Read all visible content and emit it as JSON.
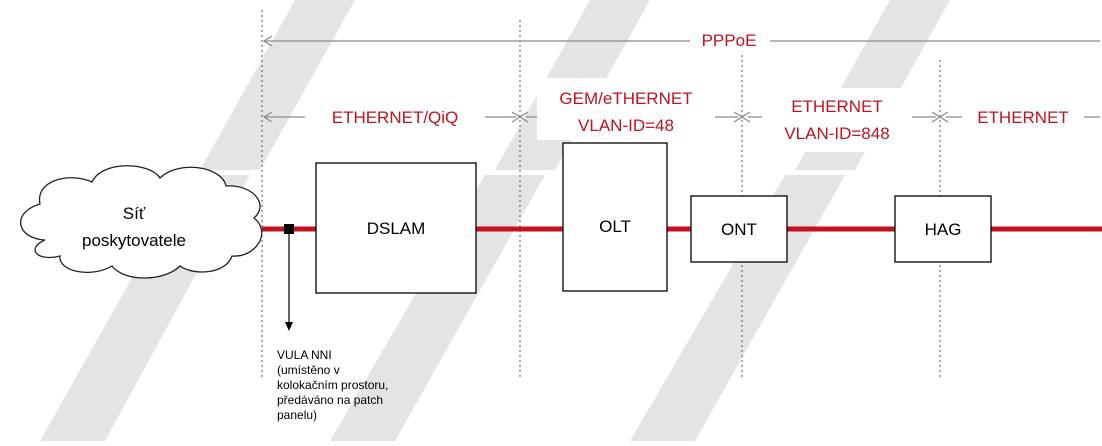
{
  "diagram": {
    "accent_color": "#c0121f",
    "watermark_color": "#e4e4e4",
    "cloud": {
      "line1": "Síť",
      "line2": "poskytovatele"
    },
    "boxes": {
      "dslam": "DSLAM",
      "olt": "OLT",
      "ont": "ONT",
      "hag": "HAG"
    },
    "protocols": {
      "pppoe": "PPPoE",
      "ethernet_qiq": "ETHERNET/QiQ",
      "gem_line1": "GEM/eTHERNET",
      "gem_line2": "VLAN-ID=48",
      "eth848_line1": "ETHERNET",
      "eth848_line2": "VLAN-ID=848",
      "ethernet_last": "ETHERNET"
    },
    "note": {
      "line1": "VULA NNI",
      "line2": "(umístěno v",
      "line3": "kolokačním prostoru,",
      "line4": "předáváno na patch",
      "line5": "panelu)"
    }
  }
}
